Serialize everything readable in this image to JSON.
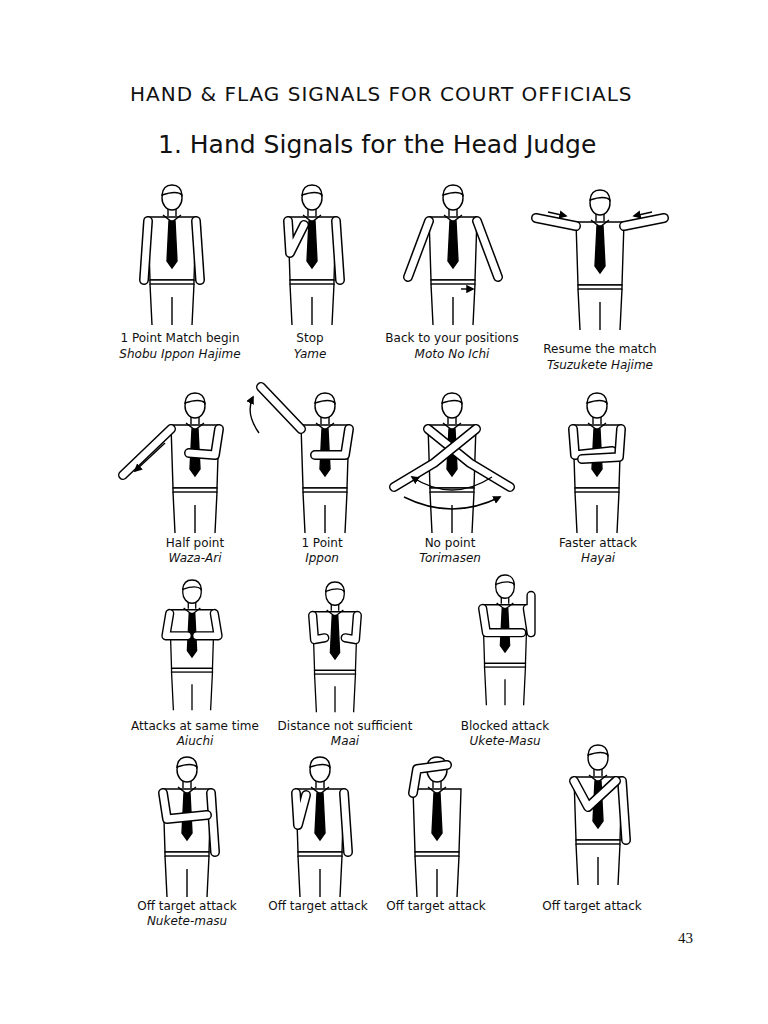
{
  "diagram": {
    "title": "HAND & FLAG SIGNALS FOR COURT OFFICIALS",
    "labels": [
      "1. Hand Signals for the Head Judge",
      "1 Point Match begin",
      "Shobu Ippon Hajime",
      "Stop",
      "Yame",
      "Back to your positions",
      "Moto No Ichi",
      "Resume the match",
      "Tsuzukete Hajime",
      "Half point",
      "Waza-Ari",
      "1 Point",
      "Ippon",
      "No point",
      "Torimasen",
      "Faster attack",
      "Hayai",
      "Attacks at same time",
      "Aiuchi",
      "Distance not sufficient",
      "Maai",
      "Blocked attack",
      "Ukete-Masu",
      "Off target attack",
      "Nukete-masu",
      "Off target attack",
      "Off target attack",
      "Off target attack",
      "43"
    ]
  }
}
